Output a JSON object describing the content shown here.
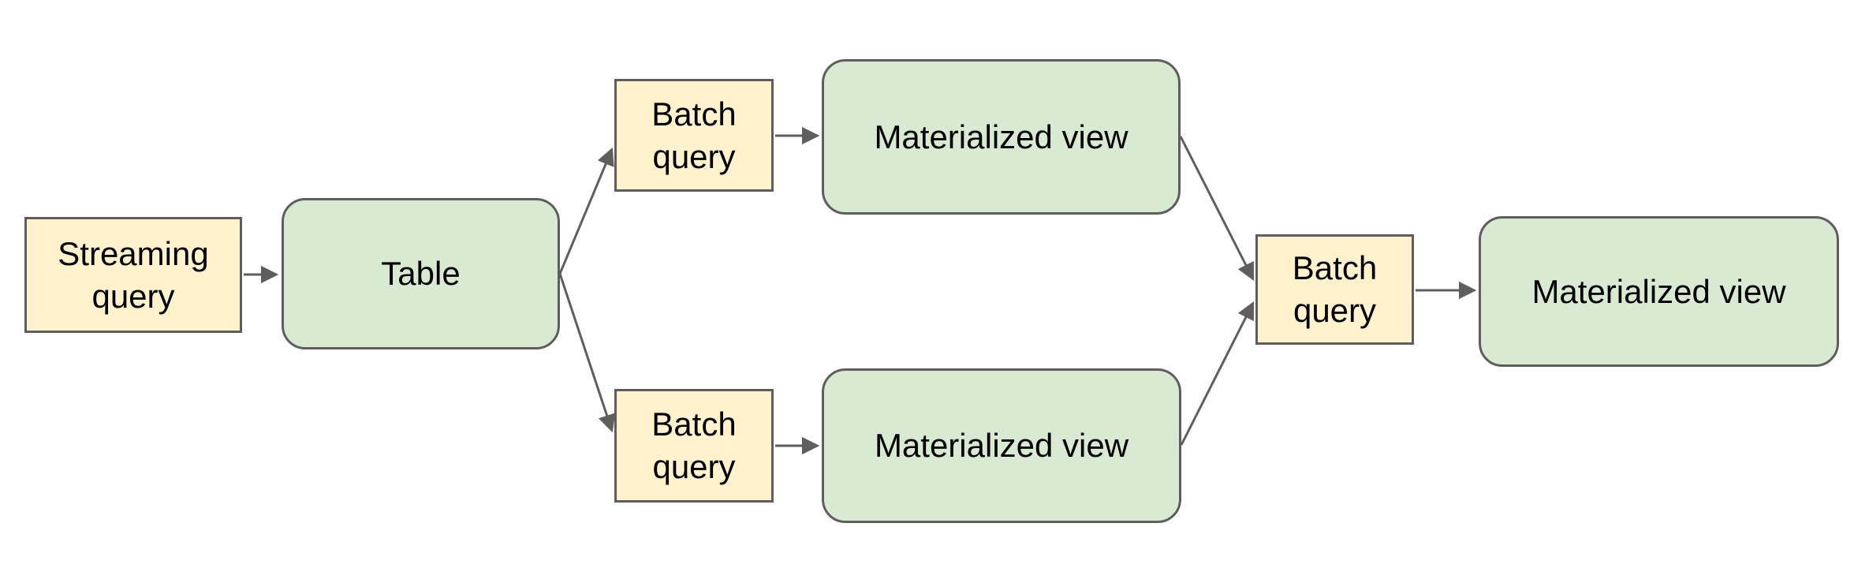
{
  "diagram": {
    "nodes": [
      {
        "id": "streaming-query",
        "label": "Streaming query",
        "shape": "rectangle",
        "fill": "#fff2cc"
      },
      {
        "id": "table",
        "label": "Table",
        "shape": "rounded-rectangle",
        "fill": "#d9ead3"
      },
      {
        "id": "batch-query-top",
        "label": "Batch query",
        "shape": "rectangle",
        "fill": "#fff2cc"
      },
      {
        "id": "materialized-view-top",
        "label": "Materialized view",
        "shape": "rounded-rectangle",
        "fill": "#d9ead3"
      },
      {
        "id": "batch-query-bottom",
        "label": "Batch query",
        "shape": "rectangle",
        "fill": "#fff2cc"
      },
      {
        "id": "materialized-view-bottom",
        "label": "Materialized view",
        "shape": "rounded-rectangle",
        "fill": "#d9ead3"
      },
      {
        "id": "batch-query-right",
        "label": "Batch query",
        "shape": "rectangle",
        "fill": "#fff2cc"
      },
      {
        "id": "materialized-view-right",
        "label": "Materialized view",
        "shape": "rounded-rectangle",
        "fill": "#d9ead3"
      }
    ],
    "edges": [
      {
        "from": "streaming-query",
        "to": "table"
      },
      {
        "from": "table",
        "to": "batch-query-top"
      },
      {
        "from": "table",
        "to": "batch-query-bottom"
      },
      {
        "from": "batch-query-top",
        "to": "materialized-view-top"
      },
      {
        "from": "batch-query-bottom",
        "to": "materialized-view-bottom"
      },
      {
        "from": "materialized-view-top",
        "to": "batch-query-right"
      },
      {
        "from": "materialized-view-bottom",
        "to": "batch-query-right"
      },
      {
        "from": "batch-query-right",
        "to": "materialized-view-right"
      }
    ],
    "colors": {
      "query_box_fill": "#fff2cc",
      "view_box_fill": "#d9ead3",
      "border": "#5e5e5e",
      "arrow": "#5e5e5e",
      "background": "#ffffff",
      "text": "#000000"
    }
  }
}
